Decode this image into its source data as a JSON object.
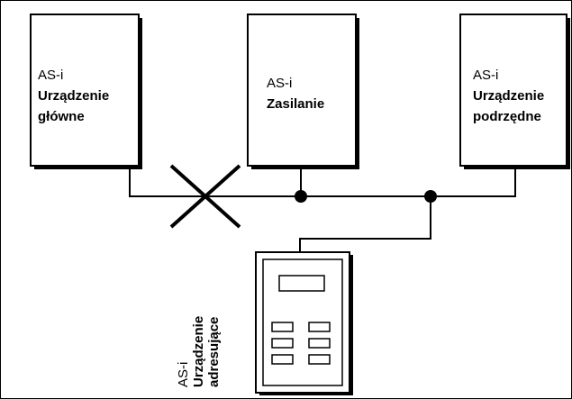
{
  "master": {
    "prefix": "AS-i",
    "line1": "Urządzenie",
    "line2": "główne"
  },
  "power": {
    "prefix": "AS-i",
    "line1": "Zasilanie"
  },
  "slave": {
    "prefix": "AS-i",
    "line1": "Urządzenie",
    "line2": "podrzędne"
  },
  "addressing": {
    "prefix": "AS-i",
    "line1": "Urządzenie",
    "line2": "adresujące"
  },
  "colors": {
    "stroke": "#000000",
    "background": "#ffffff"
  }
}
